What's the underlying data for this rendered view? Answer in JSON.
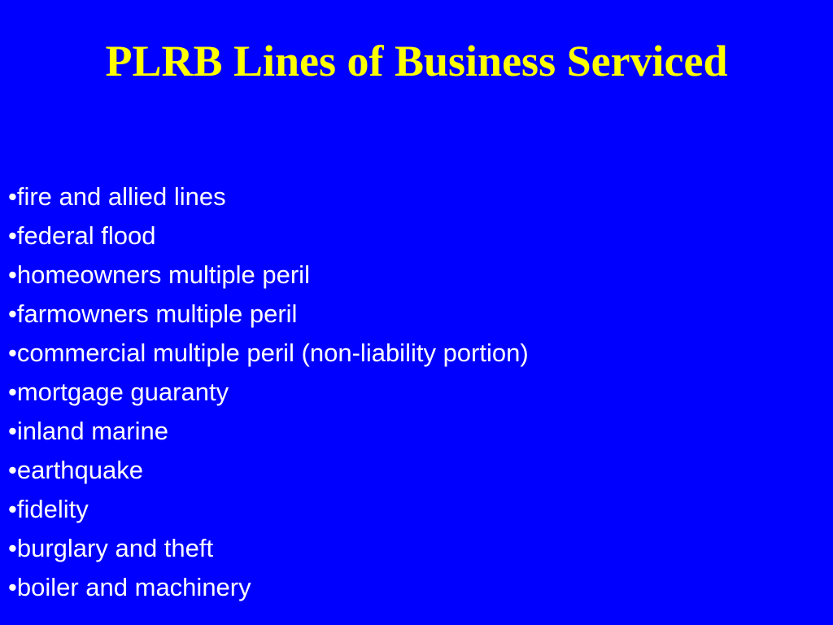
{
  "slide": {
    "title": "PLRB Lines of Business Serviced",
    "bullets": [
      "•fire and allied lines",
      "•federal flood",
      "•homeowners multiple peril",
      "•farmowners multiple peril",
      "•commercial multiple peril (non-liability portion)",
      "•mortgage guaranty",
      "•inland marine",
      "•earthquake",
      "•fidelity",
      "•burglary and theft",
      "•boiler and machinery"
    ]
  },
  "colors": {
    "background": "#0000FF",
    "title": "#FFFF00",
    "text": "#FFFFFF"
  }
}
